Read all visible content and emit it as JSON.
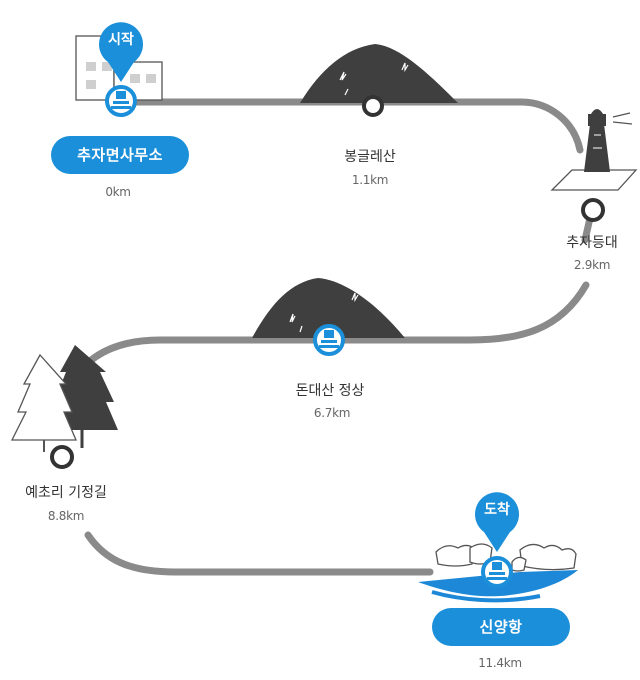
{
  "colors": {
    "accent": "#1b8fd9",
    "route": "#8a8a8a",
    "landmark": "#3f3f3f",
    "water": "#1e88d8"
  },
  "route": {
    "start_tag": "시작",
    "end_tag": "도착",
    "stops": [
      {
        "name": "추자면사무소",
        "distance": "0km",
        "marker": "pier-icon",
        "highlight": true
      },
      {
        "name": "봉글레산",
        "distance": "1.1km",
        "marker": "circle",
        "highlight": false
      },
      {
        "name": "추자등대",
        "distance": "2.9km",
        "marker": "circle",
        "highlight": false
      },
      {
        "name": "돈대산 정상",
        "distance": "6.7km",
        "marker": "pier-icon",
        "highlight": false
      },
      {
        "name": "예초리 기정길",
        "distance": "8.8km",
        "marker": "circle",
        "highlight": false
      },
      {
        "name": "신양항",
        "distance": "11.4km",
        "marker": "pier-icon",
        "highlight": true
      }
    ]
  }
}
